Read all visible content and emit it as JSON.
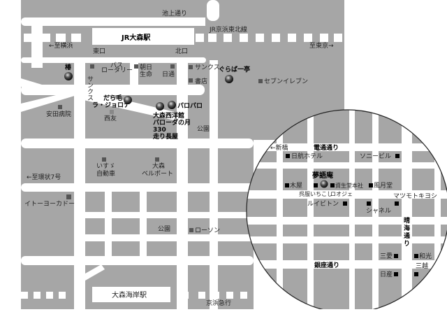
{
  "map": {
    "roads": {
      "ikegami": "池上通り",
      "jr_line": "JR京浜東北線",
      "denki": "電通通り",
      "ginza": "銀座通り",
      "harumi": [
        "晴",
        "海",
        "通",
        "り"
      ],
      "keikyu": "京浜急行"
    },
    "stations": {
      "omori": "JR大森駅",
      "omori_kaigan": "大森海岸駅"
    },
    "directions": {
      "yokohama": "←至横浜",
      "tokyo": "至東京→",
      "kanjo7": "←至環状7号",
      "shinbashi": "←新橋"
    },
    "exits": {
      "east": "東口",
      "north": "北口"
    },
    "landmarks": {
      "bus1": "バス",
      "bus2": "ロータリー",
      "sanks_v": "サンクス",
      "asahi1": "朝日",
      "asahi2": "生命",
      "nittsu": "日通",
      "sanks": "サンクス",
      "shoten": "書店",
      "seven": "セブンイレブン",
      "yasuda": "安田病院",
      "seiyu": "西友",
      "koen1": "公園",
      "isuzu1": "いすゞ",
      "isuzu2": "自動車",
      "bell1": "大森",
      "bell2": "ベルポート",
      "itoyokado": "イトーヨーカドー",
      "koen2": "公園",
      "lawson": "ローソン"
    },
    "restaurants": {
      "tsubaki": "椿",
      "daramoe": "だら毛",
      "lagiona": "ラ・ジョロナ",
      "paropar": "パロパロ",
      "omori_seiyokan": "大森西洋館",
      "paroda": "パローダの月",
      "n330": "330",
      "hashiri": "走り長屋",
      "guraba": "ぐらば一亭",
      "mugoan": "夢語庵"
    },
    "ginza": {
      "nikko": "日航ホテル",
      "sony": "ソニービル",
      "kiya": "木屋",
      "shiseido": "資生堂本社",
      "fugetsudo": "風月堂",
      "ichikoshi": "呉服いちこし",
      "roje": "ロオジェ",
      "matsukiyo": "マツモトキヨシ",
      "vuitton": "ルイビトン",
      "chanel": "シャネル",
      "sanai": "三愛",
      "wako": "和光",
      "mitsukoshi": "三越",
      "nissan": "日産"
    },
    "colors": {
      "block": "#a6a6a6",
      "road": "#ffffff",
      "marker": "#333333"
    }
  }
}
